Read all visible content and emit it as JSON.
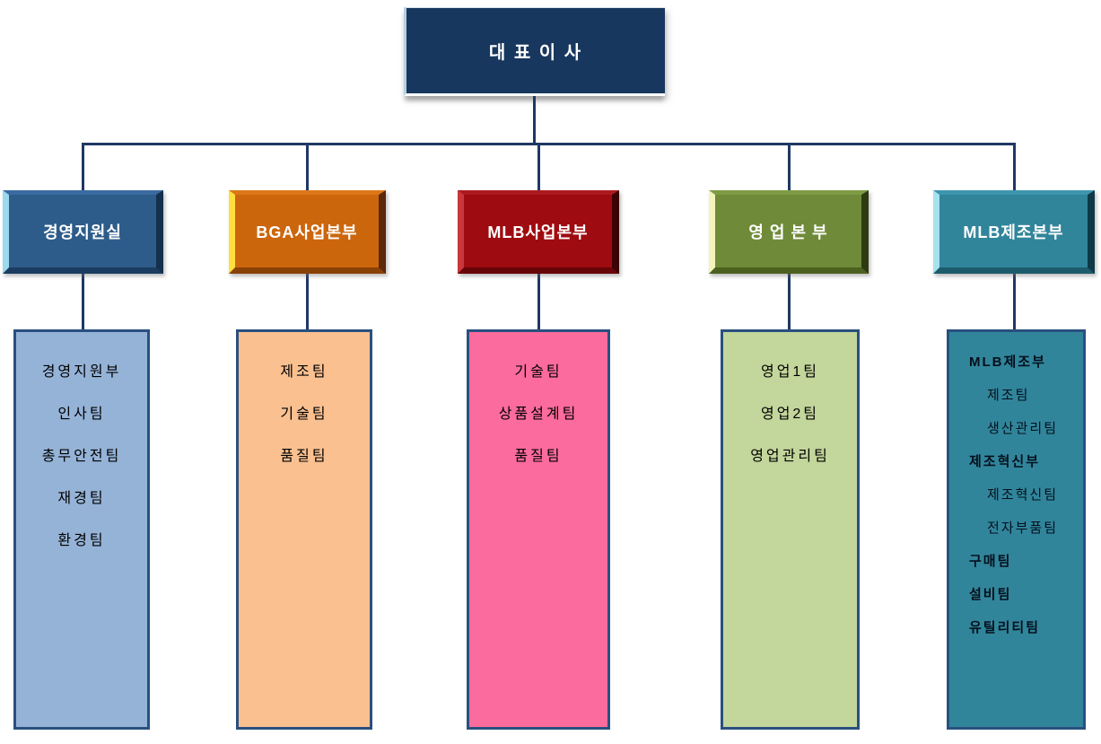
{
  "root": {
    "label": "대 표 이 사",
    "fill": "#17375E",
    "text_color": "#FFFFFF"
  },
  "connector_color": "#1F3864",
  "branches": [
    {
      "id": "management-support-office",
      "label": "경영지원실",
      "header": {
        "fill": "#2E5C8A",
        "bevel_light": "#9BD9EC",
        "bevel_dark": "#14304D",
        "bevel_top": "#3A6BA0",
        "bevel_bottom": "#1B3C60"
      },
      "list": {
        "fill": "#95B3D7",
        "border": "#29507F",
        "text_color": "#000000",
        "align": "center"
      },
      "items": [
        {
          "label": "경영지원부",
          "bold": false,
          "indent": 0
        },
        {
          "label": "인사팀",
          "bold": false,
          "indent": 0
        },
        {
          "label": "총무안전팀",
          "bold": false,
          "indent": 0
        },
        {
          "label": "재경팀",
          "bold": false,
          "indent": 0
        },
        {
          "label": "환경팀",
          "bold": false,
          "indent": 0
        }
      ]
    },
    {
      "id": "bga-business-division",
      "label": "BGA사업본부",
      "header": {
        "fill": "#CC660D",
        "bevel_light": "#FFDF3E",
        "bevel_dark": "#59290A",
        "bevel_top": "#DD7718",
        "bevel_bottom": "#8A4106"
      },
      "list": {
        "fill": "#FAC090",
        "border": "#29507F",
        "text_color": "#000000",
        "align": "center"
      },
      "items": [
        {
          "label": "제조팀",
          "bold": false,
          "indent": 0
        },
        {
          "label": "기술팀",
          "bold": false,
          "indent": 0
        },
        {
          "label": "품질팀",
          "bold": false,
          "indent": 0
        }
      ]
    },
    {
      "id": "mlb-business-division",
      "label": "MLB사업본부",
      "header": {
        "fill": "#9E0B10",
        "bevel_light": "#C8373C",
        "bevel_dark": "#3B0305",
        "bevel_top": "#AC1A1F",
        "bevel_bottom": "#670407"
      },
      "list": {
        "fill": "#FC6B9D",
        "border": "#29507F",
        "text_color": "#000000",
        "align": "center"
      },
      "items": [
        {
          "label": "기술팀",
          "bold": false,
          "indent": 0
        },
        {
          "label": "상품설계팀",
          "bold": false,
          "indent": 0
        },
        {
          "label": "품질팀",
          "bold": false,
          "indent": 0
        }
      ]
    },
    {
      "id": "sales-division",
      "label": "영 업 본 부",
      "header": {
        "fill": "#6F8B39",
        "bevel_light": "#F3F3BC",
        "bevel_dark": "#2E3B12",
        "bevel_top": "#7E9C44",
        "bevel_bottom": "#4C611F"
      },
      "list": {
        "fill": "#C3D69B",
        "border": "#29507F",
        "text_color": "#000000",
        "align": "center"
      },
      "items": [
        {
          "label": "영업1팀",
          "bold": false,
          "indent": 0
        },
        {
          "label": "영업2팀",
          "bold": false,
          "indent": 0
        },
        {
          "label": "영업관리팀",
          "bold": false,
          "indent": 0
        }
      ]
    },
    {
      "id": "mlb-manufacturing-division",
      "label": "MLB제조본부",
      "header": {
        "fill": "#31859B",
        "bevel_light": "#A5E2EE",
        "bevel_dark": "#0F3947",
        "bevel_top": "#3D95AD",
        "bevel_bottom": "#1D5B6C"
      },
      "list": {
        "fill": "#31859B",
        "border": "#29507F",
        "text_color": "#04101C",
        "align": "left"
      },
      "items": [
        {
          "label": "MLB제조부",
          "bold": true,
          "indent": 0
        },
        {
          "label": "제조팀",
          "bold": false,
          "indent": 1
        },
        {
          "label": "생산관리팀",
          "bold": false,
          "indent": 1
        },
        {
          "label": "제조혁신부",
          "bold": true,
          "indent": 0
        },
        {
          "label": "제조혁신팀",
          "bold": false,
          "indent": 1
        },
        {
          "label": "전자부품팀",
          "bold": false,
          "indent": 1
        },
        {
          "label": "구매팀",
          "bold": true,
          "indent": 0
        },
        {
          "label": "설비팀",
          "bold": true,
          "indent": 0
        },
        {
          "label": "유틸리티팀",
          "bold": true,
          "indent": 0
        }
      ]
    }
  ]
}
